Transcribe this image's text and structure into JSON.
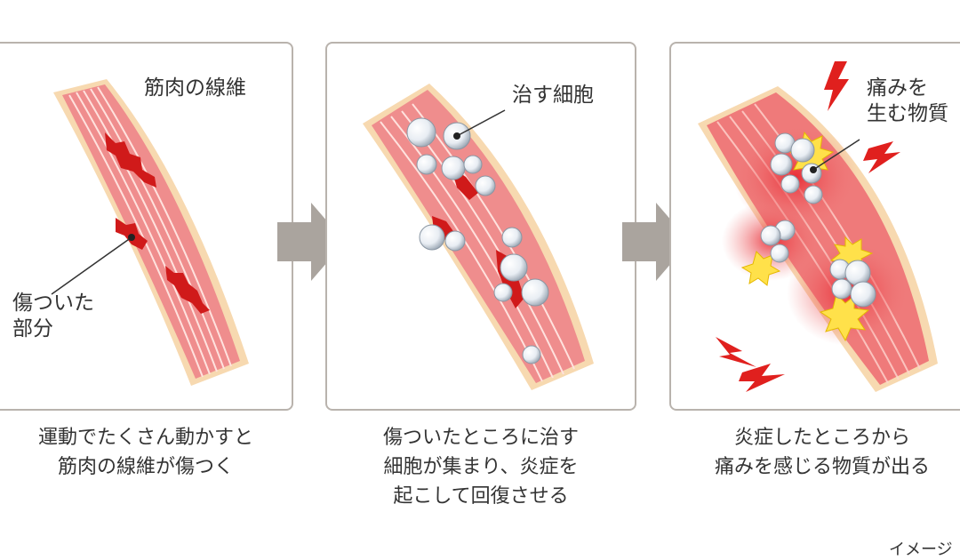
{
  "panels": [
    {
      "labels": {
        "fiber": "筋肉の線維",
        "damaged": "傷ついた",
        "damaged2": "部分"
      },
      "caption": [
        "運動でたくさん動かすと",
        "筋肉の線維が傷つく"
      ]
    },
    {
      "labels": {
        "cells": "治す細胞"
      },
      "caption": [
        "傷ついたところに治す",
        "細胞が集まり、炎症を",
        "起こして回復させる"
      ]
    },
    {
      "labels": {
        "pain": "痛みを",
        "pain2": "生む物質"
      },
      "caption": [
        "炎症したところから",
        "痛みを感じる物質が出る"
      ]
    }
  ],
  "note": "イメージ",
  "colors": {
    "border": "#b9b3ad",
    "arrow": "#aaa49e",
    "muscle": "#f08f8f",
    "muscle_stripe": "#ffe2de",
    "wound": "#d01a1a",
    "cell": "#e8edf3",
    "pain_substance": "#ffe14a",
    "lightning": "#e0201e"
  },
  "icons": [
    "muscle-fiber",
    "wound",
    "healing-cell",
    "pain-substance",
    "lightning-bolt",
    "right-arrow"
  ]
}
